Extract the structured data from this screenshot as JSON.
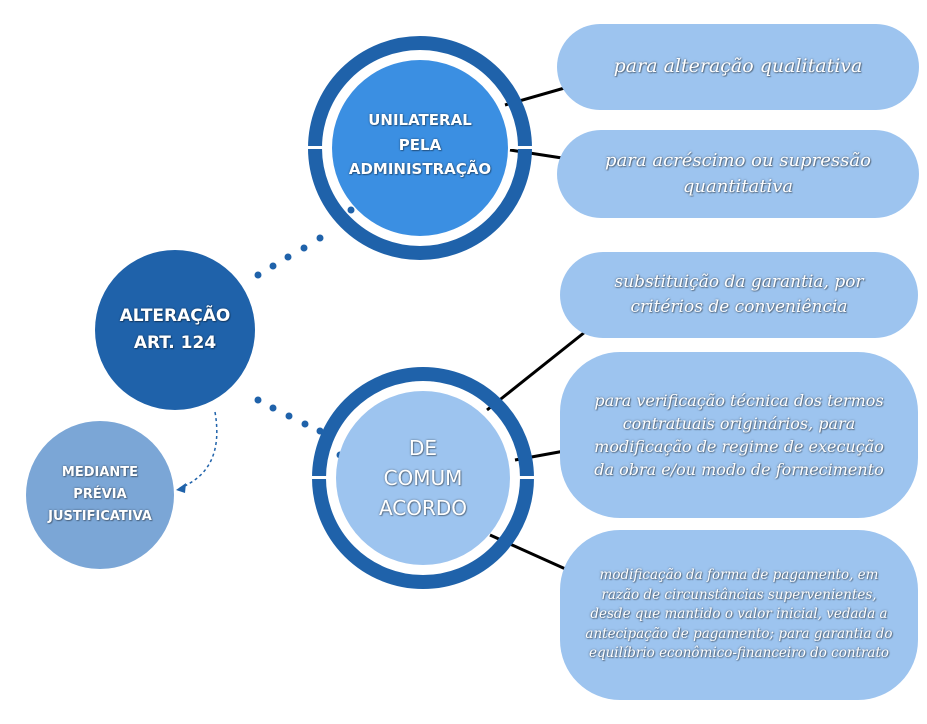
{
  "colors": {
    "dark": "#1f62aa",
    "mid": "#3b8fe2",
    "light": "#9dc4ef",
    "side": "#7ba6d6"
  },
  "center_node": {
    "line1": "ALTERAÇÃO",
    "line2": "ART. 124"
  },
  "side_node": {
    "line1": "MEDIANTE",
    "line2": "PRÉVIA",
    "line3": "JUSTIFICATIVA"
  },
  "unilateral": {
    "line1": "UNILATERAL",
    "line2": "PELA",
    "line3": "ADMINISTRAÇÃO"
  },
  "comum": {
    "line1": "DE",
    "line2": "COMUM",
    "line3": "ACORDO"
  },
  "pills": [
    "para alteração qualitativa",
    "para acréscimo ou supressão quantitativa",
    "substituição da garantia, por critérios de conveniência",
    "para verificação técnica dos termos contratuais originários, para modificação de regime de execução da obra e/ou modo de fornecimento",
    "modificação da forma de pagamento, em razão de circunstâncias supervenientes, desde que mantido o valor inicial, vedada a antecipação de pagamento; para garantia do equilíbrio econômico-financeiro do contrato"
  ]
}
